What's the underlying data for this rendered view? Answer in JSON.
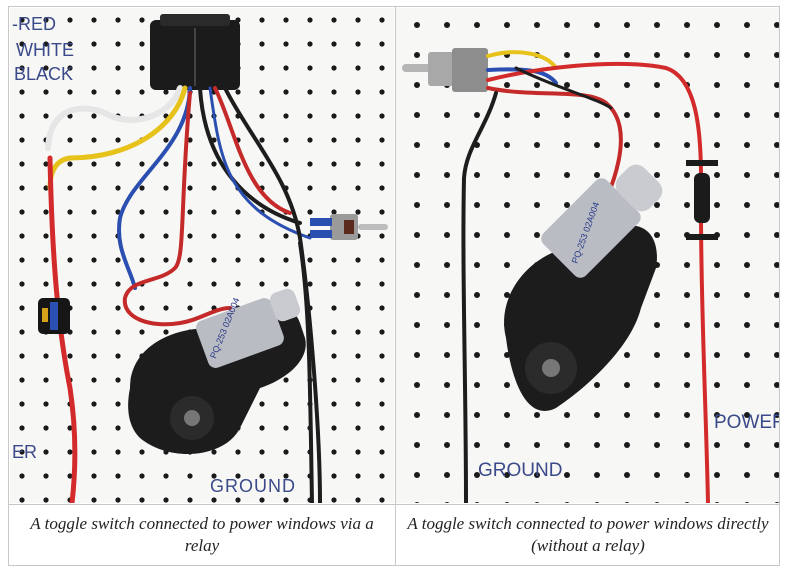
{
  "figures": [
    {
      "labels": {
        "red": "-RED",
        "white": "WHITE",
        "black": "BLACK",
        "power_partial": "ER",
        "ground": "GROUND",
        "motor_label": "PQ-253 02A004"
      },
      "caption": "A toggle switch connected to power windows via a relay"
    },
    {
      "labels": {
        "ground": "GROUND",
        "power": "POWER",
        "motor_label": "PQ-253 02A004"
      },
      "caption": "A toggle switch connected to power windows directly (without a relay)"
    }
  ]
}
